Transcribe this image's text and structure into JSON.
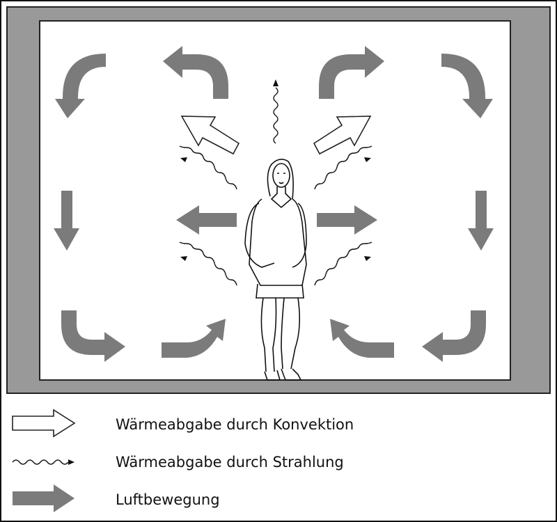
{
  "legend": {
    "convection_label": "Wärmeabgabe durch Konvektion",
    "radiation_label": "Wärmeabgabe durch Strahlung",
    "air_label": "Luftbewegung"
  },
  "colors": {
    "wall": "#999999",
    "air_arrow": "#7b7b7b",
    "convection_arrow": "#ffffff"
  }
}
